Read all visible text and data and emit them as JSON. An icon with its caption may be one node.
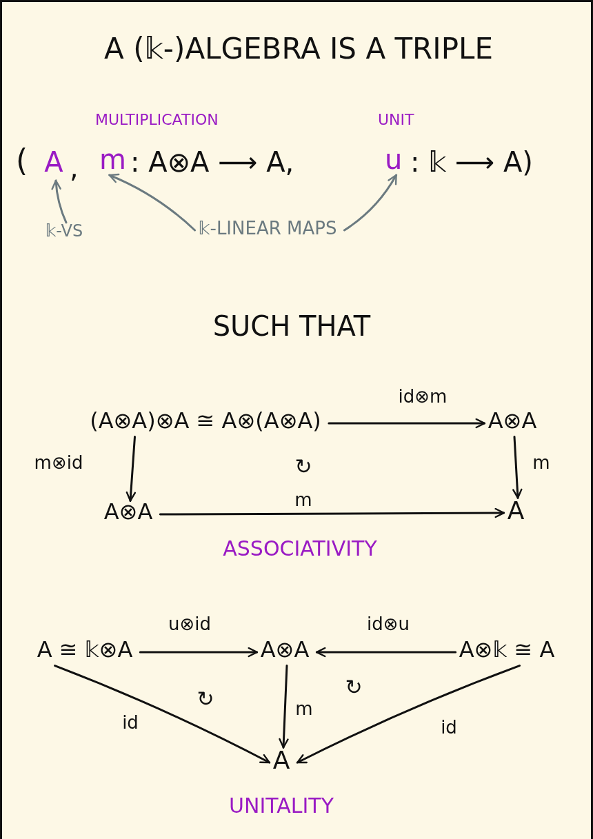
{
  "diagram": {
    "title": "A (𝕜-)ALGEBRA IS A TRIPLE",
    "nodes": [
      {
        "text": [
          "A"
        ]
      },
      {
        "text": [
          "MULTIPLICATION",
          "m"
        ]
      },
      {
        "text": [
          "UNIT",
          "u"
        ]
      },
      {
        "text": [
          "𝕜-VS"
        ]
      },
      {
        "text": [
          "𝕜-LINEAR MAPS"
        ]
      },
      {
        "text": [
          "(A⊗A)⊗A ≅ A⊗(A⊗A)"
        ]
      },
      {
        "text": [
          "A⊗A"
        ]
      },
      {
        "text": [
          "A⊗A"
        ]
      },
      {
        "text": [
          "A"
        ]
      },
      {
        "text": [
          "A ≅ 𝕜⊗A"
        ]
      },
      {
        "text": [
          "A⊗A"
        ]
      },
      {
        "text": [
          "A⊗𝕜 ≅ A"
        ]
      },
      {
        "text": [
          "A"
        ]
      }
    ],
    "edges": [
      {
        "from": 3,
        "to": 0,
        "arrow": "to",
        "color": "#6b7a80"
      },
      {
        "from": 4,
        "to": 1,
        "arrow": "to",
        "color": "#6b7a80"
      },
      {
        "from": 4,
        "to": 2,
        "arrow": "to",
        "color": "#6b7a80"
      },
      {
        "from": 5,
        "to": 6,
        "arrow": "to",
        "label": "id⊗m"
      },
      {
        "from": 5,
        "to": 7,
        "arrow": "to",
        "label": "m⊗id"
      },
      {
        "from": 6,
        "to": 8,
        "arrow": "to",
        "label": "m"
      },
      {
        "from": 7,
        "to": 8,
        "arrow": "to",
        "label": "m"
      },
      {
        "from": 9,
        "to": 10,
        "arrow": "to",
        "label": "u⊗id"
      },
      {
        "from": 11,
        "to": 10,
        "arrow": "to",
        "label": "id⊗u"
      },
      {
        "from": 10,
        "to": 12,
        "arrow": "to",
        "label": "m"
      },
      {
        "from": 9,
        "to": 12,
        "arrow": "to",
        "label": "id"
      },
      {
        "from": 11,
        "to": 12,
        "arrow": "to",
        "label": "id"
      }
    ],
    "labels": [
      "(",
      ",",
      ": A⊗A ⟶ A,",
      ": 𝕜 ⟶ A)",
      "SUCH THAT",
      "↻",
      "ASSOCIATIVITY",
      "↻",
      "↻",
      "UNITALITY"
    ]
  }
}
